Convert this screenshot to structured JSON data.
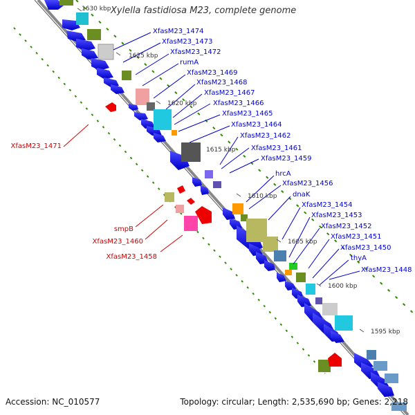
{
  "header": {
    "title": "Xylella fastidiosa M23, complete genome"
  },
  "footer": {
    "accession": "Accession: NC_010577",
    "summary": "Topology: circular; Length: 2,535,690 bp; Genes: 2,218"
  },
  "scale_ticks": [
    "1630 kbp",
    "1625 kbp",
    "1620 kbp",
    "1615 kbp",
    "1610 kbp",
    "1605 kbp",
    "1600 kbp",
    "1595 kbp"
  ],
  "plus_strand_labels": [
    "XfasM23_1474",
    "XfasM23_1473",
    "XfasM23_1472",
    "rumA",
    "XfasM23_1469",
    "XfasM23_1468",
    "XfasM23_1467",
    "XfasM23_1466",
    "XfasM23_1465",
    "XfasM23_1464",
    "XfasM23_1462",
    "XfasM23_1461",
    "XfasM23_1459",
    "hrcA",
    "XfasM23_1456",
    "dnaK",
    "XfasM23_1454",
    "XfasM23_1453",
    "XfasM23_1452",
    "XfasM23_1451",
    "XfasM23_1450",
    "thyA",
    "XfasM23_1448"
  ],
  "minus_strand_labels": [
    "XfasM23_1471",
    "smpB",
    "XfasM23_1460",
    "XfasM23_1458"
  ],
  "colors": {
    "backbone": "#888888",
    "plus_label": "#0000cc",
    "minus_label": "#cc0000",
    "dots": "#2e8b00",
    "cds": "#0000ee"
  }
}
